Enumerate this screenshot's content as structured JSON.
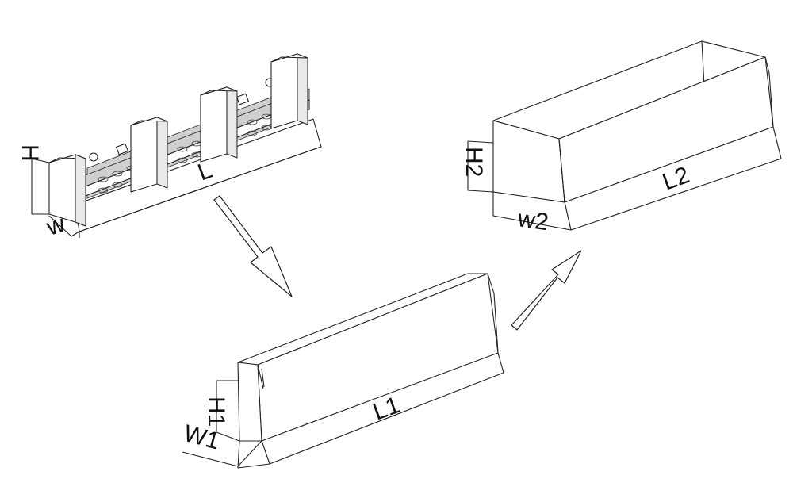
{
  "labels": {
    "fixture_height": "H",
    "fixture_width": "w",
    "fixture_length": "L",
    "box1_height": "H1",
    "box1_width": "W1",
    "box1_length": "L1",
    "box2_height": "H2",
    "box2_width": "w2",
    "box2_length": "L2"
  },
  "colors": {
    "stroke": "#222222",
    "background": "#ffffff",
    "rail": "#cfcfcf"
  }
}
